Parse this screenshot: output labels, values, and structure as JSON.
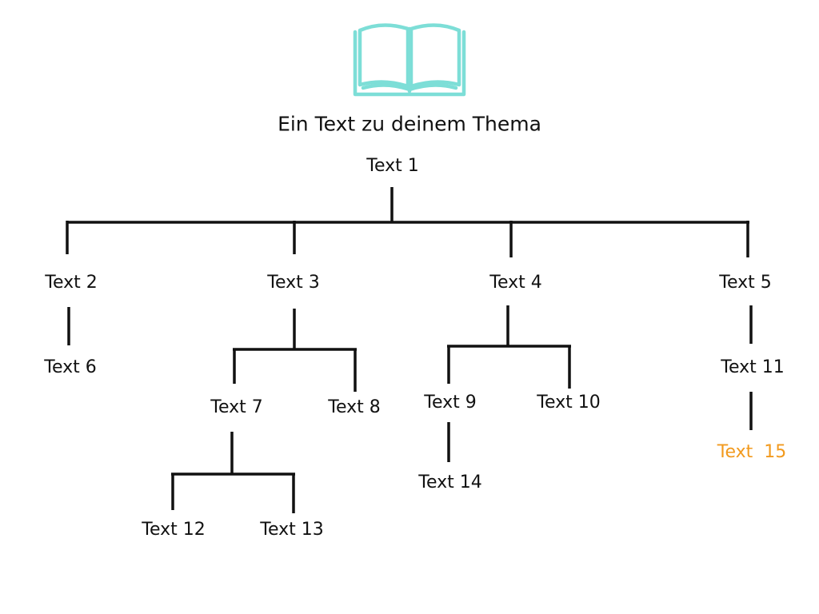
{
  "icon": {
    "name": "open-book-icon",
    "color": "#7dded7"
  },
  "title": "Ein Text zu deinem Thema",
  "highlight_color": "#f29a1e",
  "nodes": {
    "n1": "Text 1",
    "n2": "Text 2",
    "n3": "Text 3",
    "n4": "Text 4",
    "n5": "Text 5",
    "n6": "Text 6",
    "n7": "Text 7",
    "n8": "Text 8",
    "n9": "Text 9",
    "n10": "Text 10",
    "n11": "Text 11",
    "n12": "Text 12",
    "n13": "Text 13",
    "n14": "Text 14",
    "n15": "Text  15"
  },
  "tree": {
    "n1": [
      "n2",
      "n3",
      "n4",
      "n5"
    ],
    "n2": [
      "n6"
    ],
    "n3": [
      "n7",
      "n8"
    ],
    "n4": [
      "n9",
      "n10"
    ],
    "n5": [
      "n11"
    ],
    "n7": [
      "n12",
      "n13"
    ],
    "n9": [
      "n14"
    ],
    "n11": [
      "n15"
    ]
  },
  "highlighted": [
    "n15"
  ]
}
